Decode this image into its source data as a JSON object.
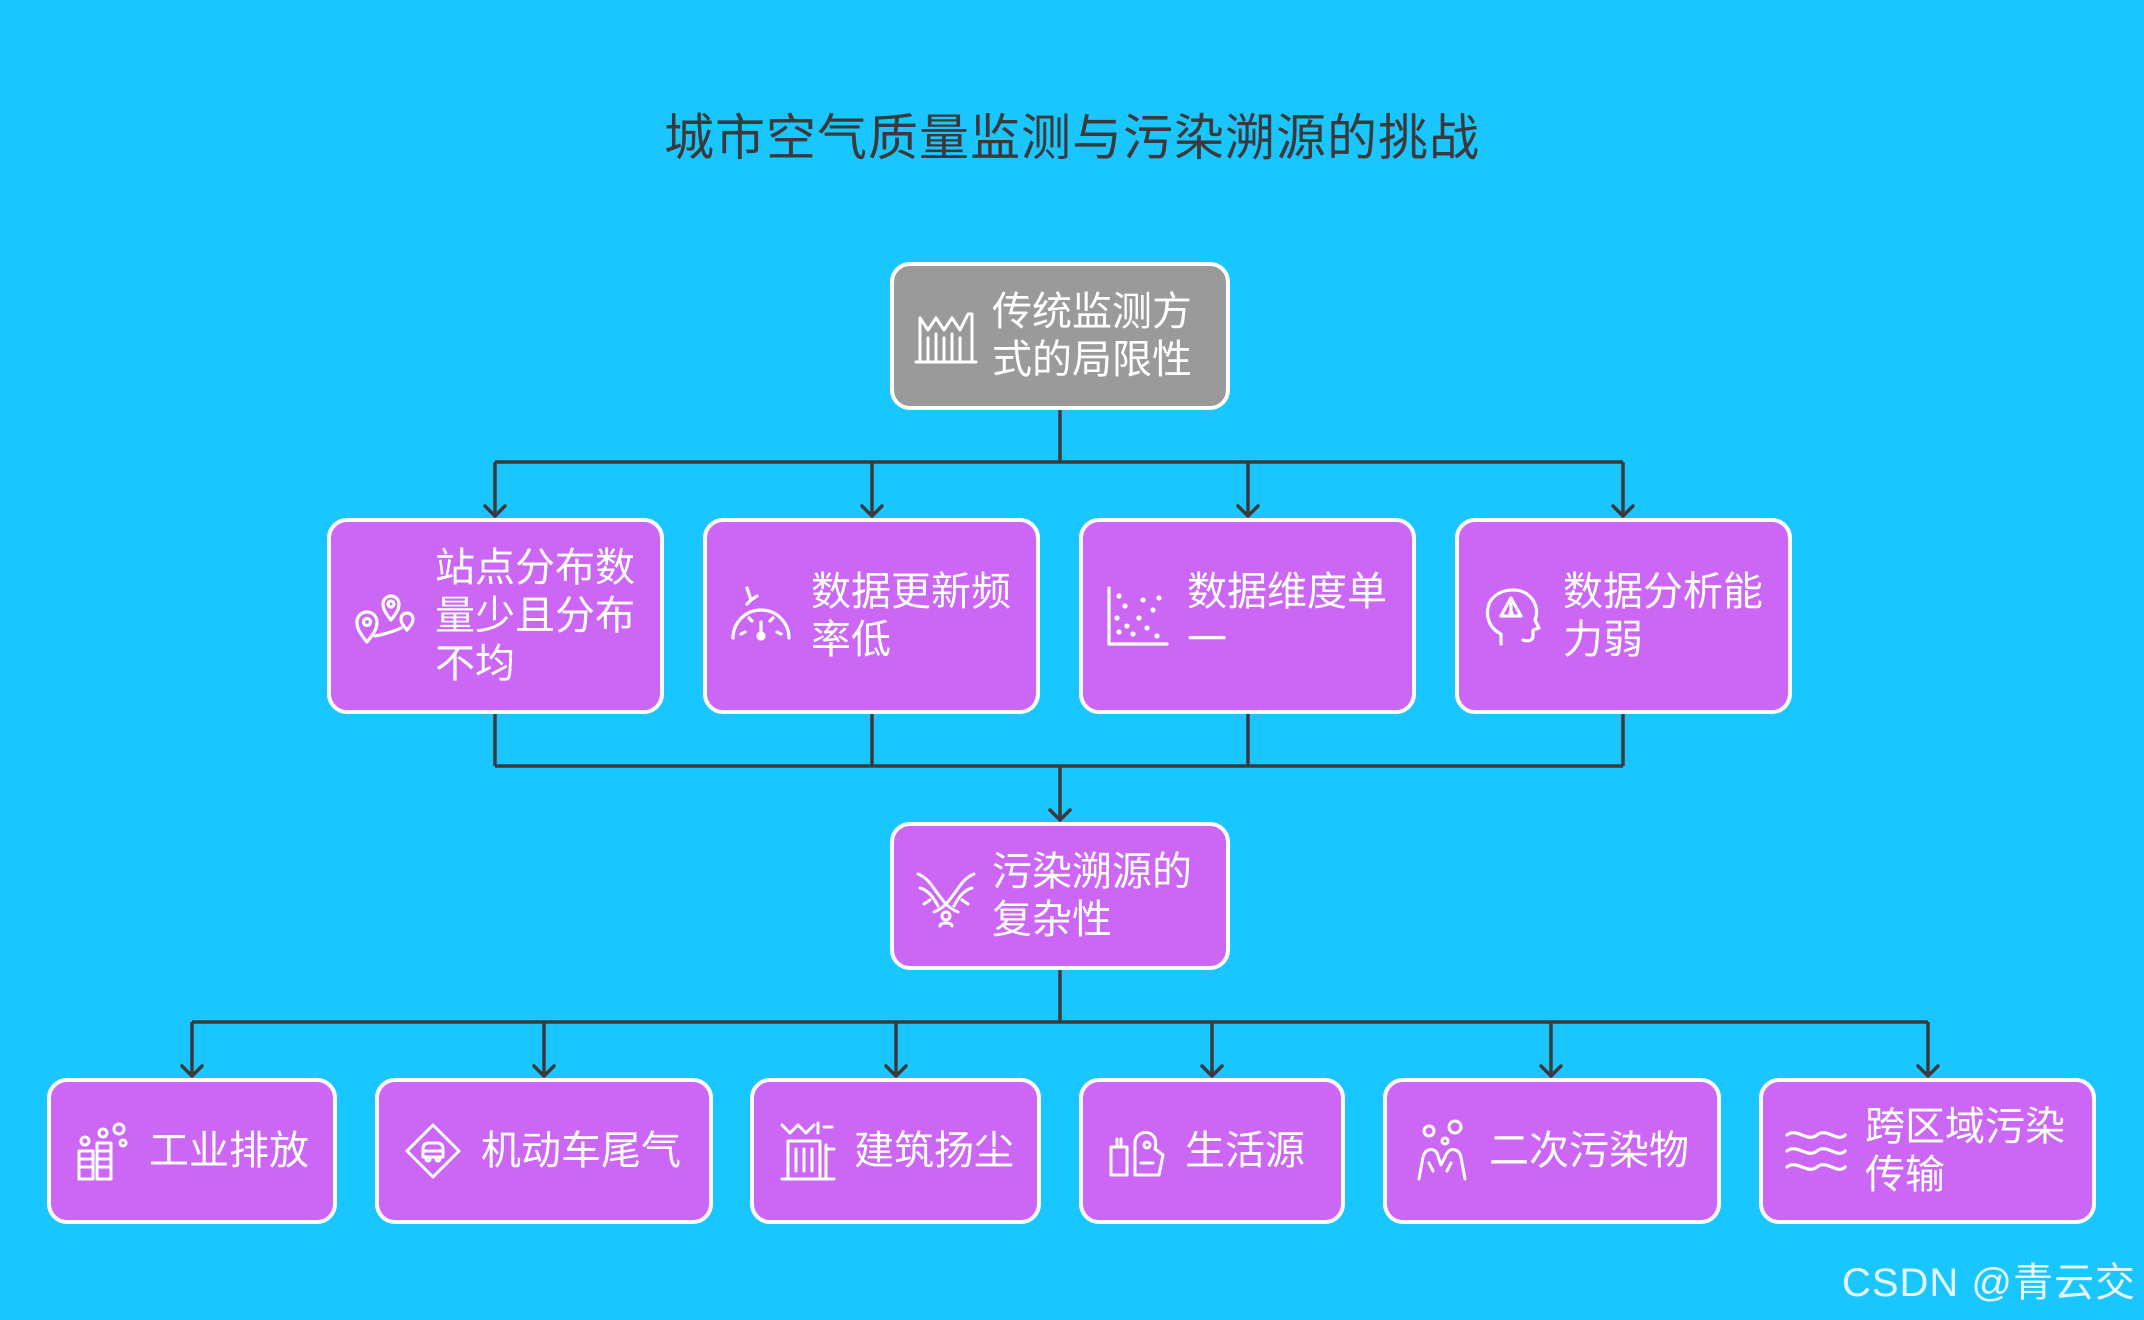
{
  "title": "城市空气质量监测与污染溯源的挑战",
  "colors": {
    "background": "#1ac6ff",
    "node_fill": "#cc66f5",
    "root_fill": "#9a9a9a",
    "node_border": "#ffffff",
    "connector": "#3a3a3a",
    "title_text": "#3a3a3a"
  },
  "root": {
    "label": "传统监测方式的局限性",
    "icon": "factory-icon"
  },
  "limitations": [
    {
      "label": "站点分布数量少且分布不均",
      "icon": "map-pins-icon"
    },
    {
      "label": "数据更新频率低",
      "icon": "gauge-icon"
    },
    {
      "label": "数据维度单一",
      "icon": "scatter-plot-icon"
    },
    {
      "label": "数据分析能力弱",
      "icon": "head-warning-icon"
    }
  ],
  "middle": {
    "label": "污染溯源的复杂性",
    "icon": "tangle-icon"
  },
  "sources": [
    {
      "label": "工业排放",
      "icon": "chimney-icon"
    },
    {
      "label": "机动车尾气",
      "icon": "road-sign-icon"
    },
    {
      "label": "建筑扬尘",
      "icon": "construction-icon"
    },
    {
      "label": "生活源",
      "icon": "household-icon"
    },
    {
      "label": "二次污染物",
      "icon": "molecule-icon"
    },
    {
      "label": "跨区域污染传输",
      "icon": "wind-waves-icon"
    }
  ],
  "watermark": "CSDN @青云交"
}
